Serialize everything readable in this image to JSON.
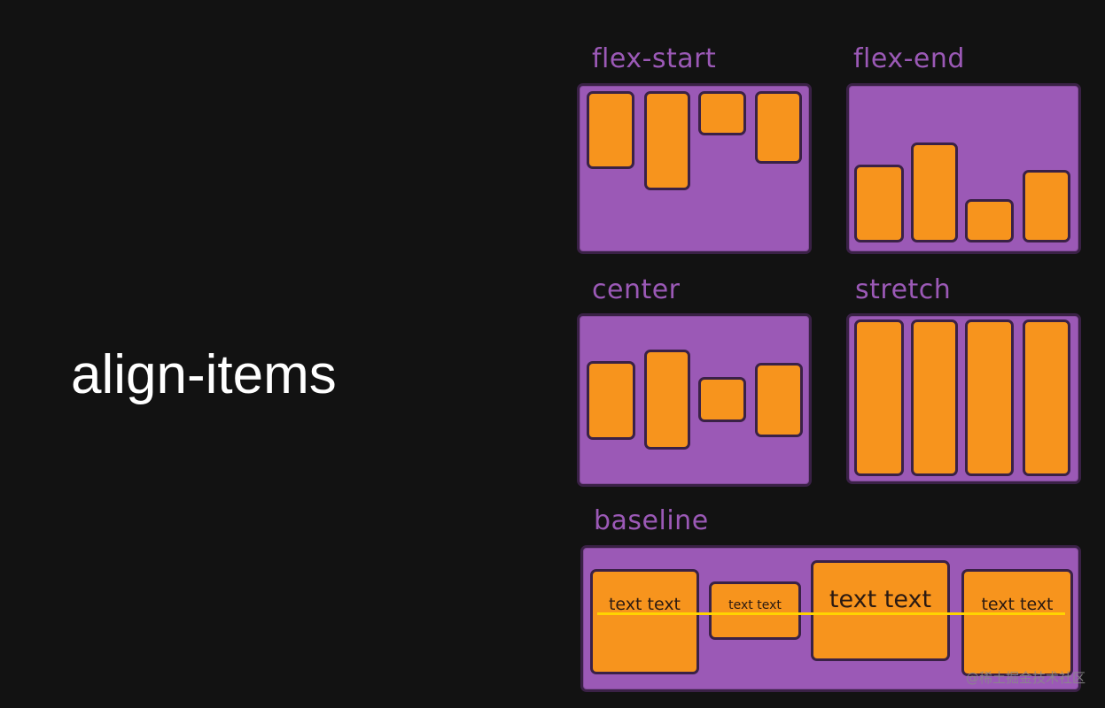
{
  "title": "align-items",
  "panels": {
    "flex_start": {
      "label": "flex-start"
    },
    "flex_end": {
      "label": "flex-end"
    },
    "center": {
      "label": "center"
    },
    "stretch": {
      "label": "stretch"
    },
    "baseline": {
      "label": "baseline",
      "items": [
        "text text",
        "text text",
        "text text",
        "text text"
      ]
    }
  },
  "colors": {
    "background": "#121212",
    "container": "#9b59b6",
    "item": "#f7941d",
    "baseline_line": "#ffd400",
    "title": "#ffffff"
  },
  "watermark": "@稀土掘金技术社区"
}
